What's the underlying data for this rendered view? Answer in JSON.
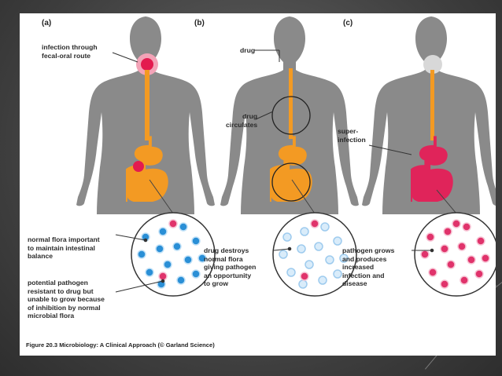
{
  "panels": [
    {
      "label": "(a)"
    },
    {
      "label": "(b)"
    },
    {
      "label": "(c)"
    }
  ],
  "annotations": {
    "infection_route": "infection through\nfecal-oral route",
    "drug": "drug",
    "drug_circulates": "drug\ncirculates",
    "superinfection": "super-\ninfection",
    "normal_flora_important": "normal flora important\nto maintain intestinal\nbalance",
    "potential_pathogen": "potential pathogen\nresistant to drug but\nunable to grow because\nof inhibition by normal\nmicrobial flora",
    "drug_destroys": "drug destroys\nnormal flora\ngiving pathogen\nan opportunity\nto grow",
    "pathogen_grows": "pathogen grows\nand produces\nincreased\ninfection and\ndisease"
  },
  "caption": "Figure 20.3  Microbiology: A Clinical Approach (© Garland Science)",
  "colors": {
    "body": "#8a8a8a",
    "gut": "#f39a23",
    "gut_infected": "#e0245a",
    "throat_infection": "#e31b4f",
    "blue_bacteria": "#2a8fd6",
    "pale_bacteria": "#bcdcf3",
    "red_bacteria": "#e0336b"
  }
}
